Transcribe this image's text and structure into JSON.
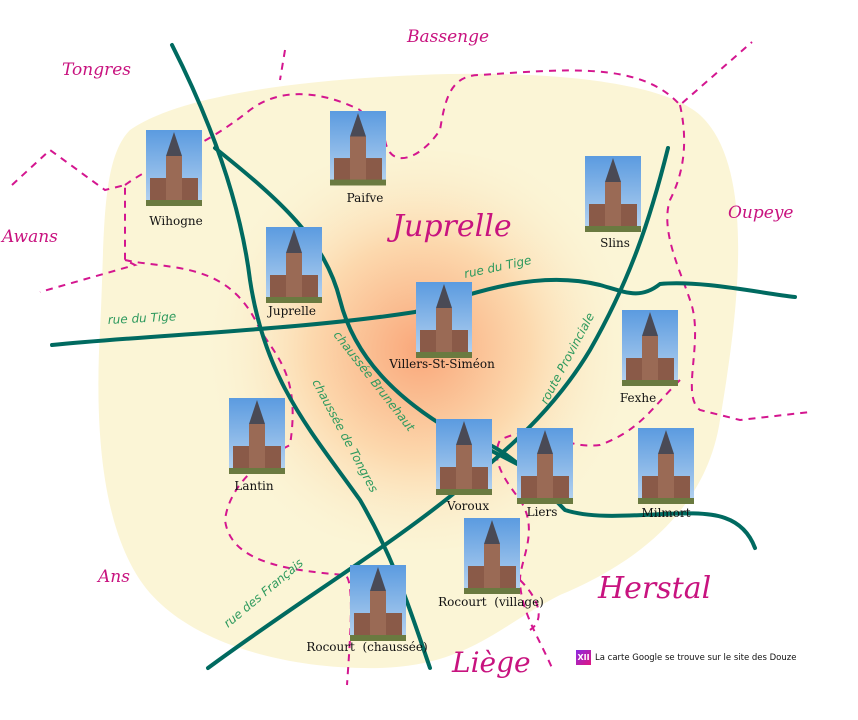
{
  "communes": {
    "tongres": "Tongres",
    "bassenge": "Bassenge",
    "oupeye": "Oupeye",
    "awans": "Awans",
    "juprelle": "Juprelle",
    "ans": "Ans",
    "herstal": "Herstal",
    "liege": "Liège"
  },
  "roads": {
    "rue_du_tige_w": "rue du Tige",
    "rue_du_tige_e": "rue du Tige",
    "chaussee_brunehaut": "chaussée Brunehaut",
    "chaussee_de_tongres": "chaussée de Tongres",
    "route_provinciale": "route Provinciale",
    "rue_des_francais": "rue des Français"
  },
  "villages": [
    "Wihogne",
    "Paifve",
    "Slins",
    "Juprelle",
    "Villers-St-Siméon",
    "Fexhe",
    "Lantin",
    "Voroux",
    "Liers",
    "Milmort",
    "Rocourt  (village)",
    "Rocourt  (chaussée)"
  ],
  "note": {
    "logo": "XII",
    "text": "La carte Google se trouve sur le site des Douze"
  },
  "colors": {
    "road": "#006a60",
    "border": "#d4168f",
    "commune": "#c8137f",
    "area": "#fbf5d6"
  }
}
